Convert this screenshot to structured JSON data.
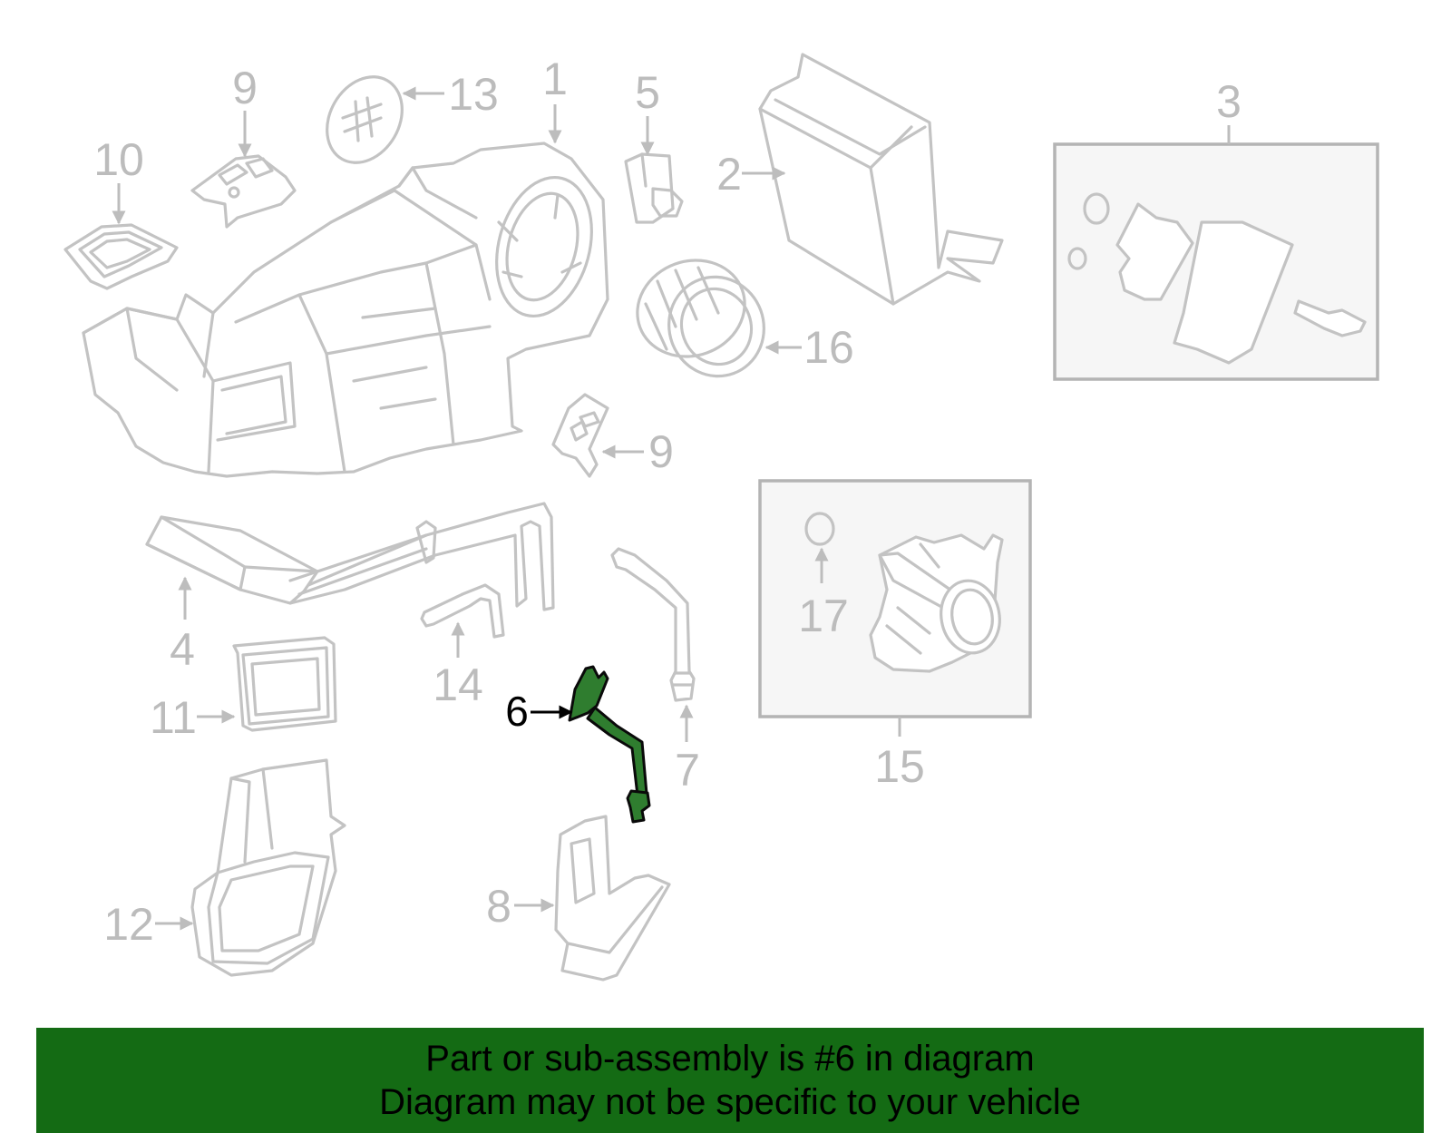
{
  "callouts": {
    "c1": "1",
    "c2": "2",
    "c3": "3",
    "c4": "4",
    "c5": "5",
    "c6": "6",
    "c7": "7",
    "c8": "8",
    "c9a": "9",
    "c9b": "9",
    "c10": "10",
    "c11": "11",
    "c12": "12",
    "c13": "13",
    "c14": "14",
    "c15": "15",
    "c16": "16",
    "c17": "17"
  },
  "banner": {
    "line1": "Part or sub-assembly is #6 in diagram",
    "line2": "Diagram may not be specific to your vehicle"
  },
  "colors": {
    "highlight": "#2f7d2f",
    "banner": "#146b14",
    "part_outline": "#c3c3c3"
  }
}
